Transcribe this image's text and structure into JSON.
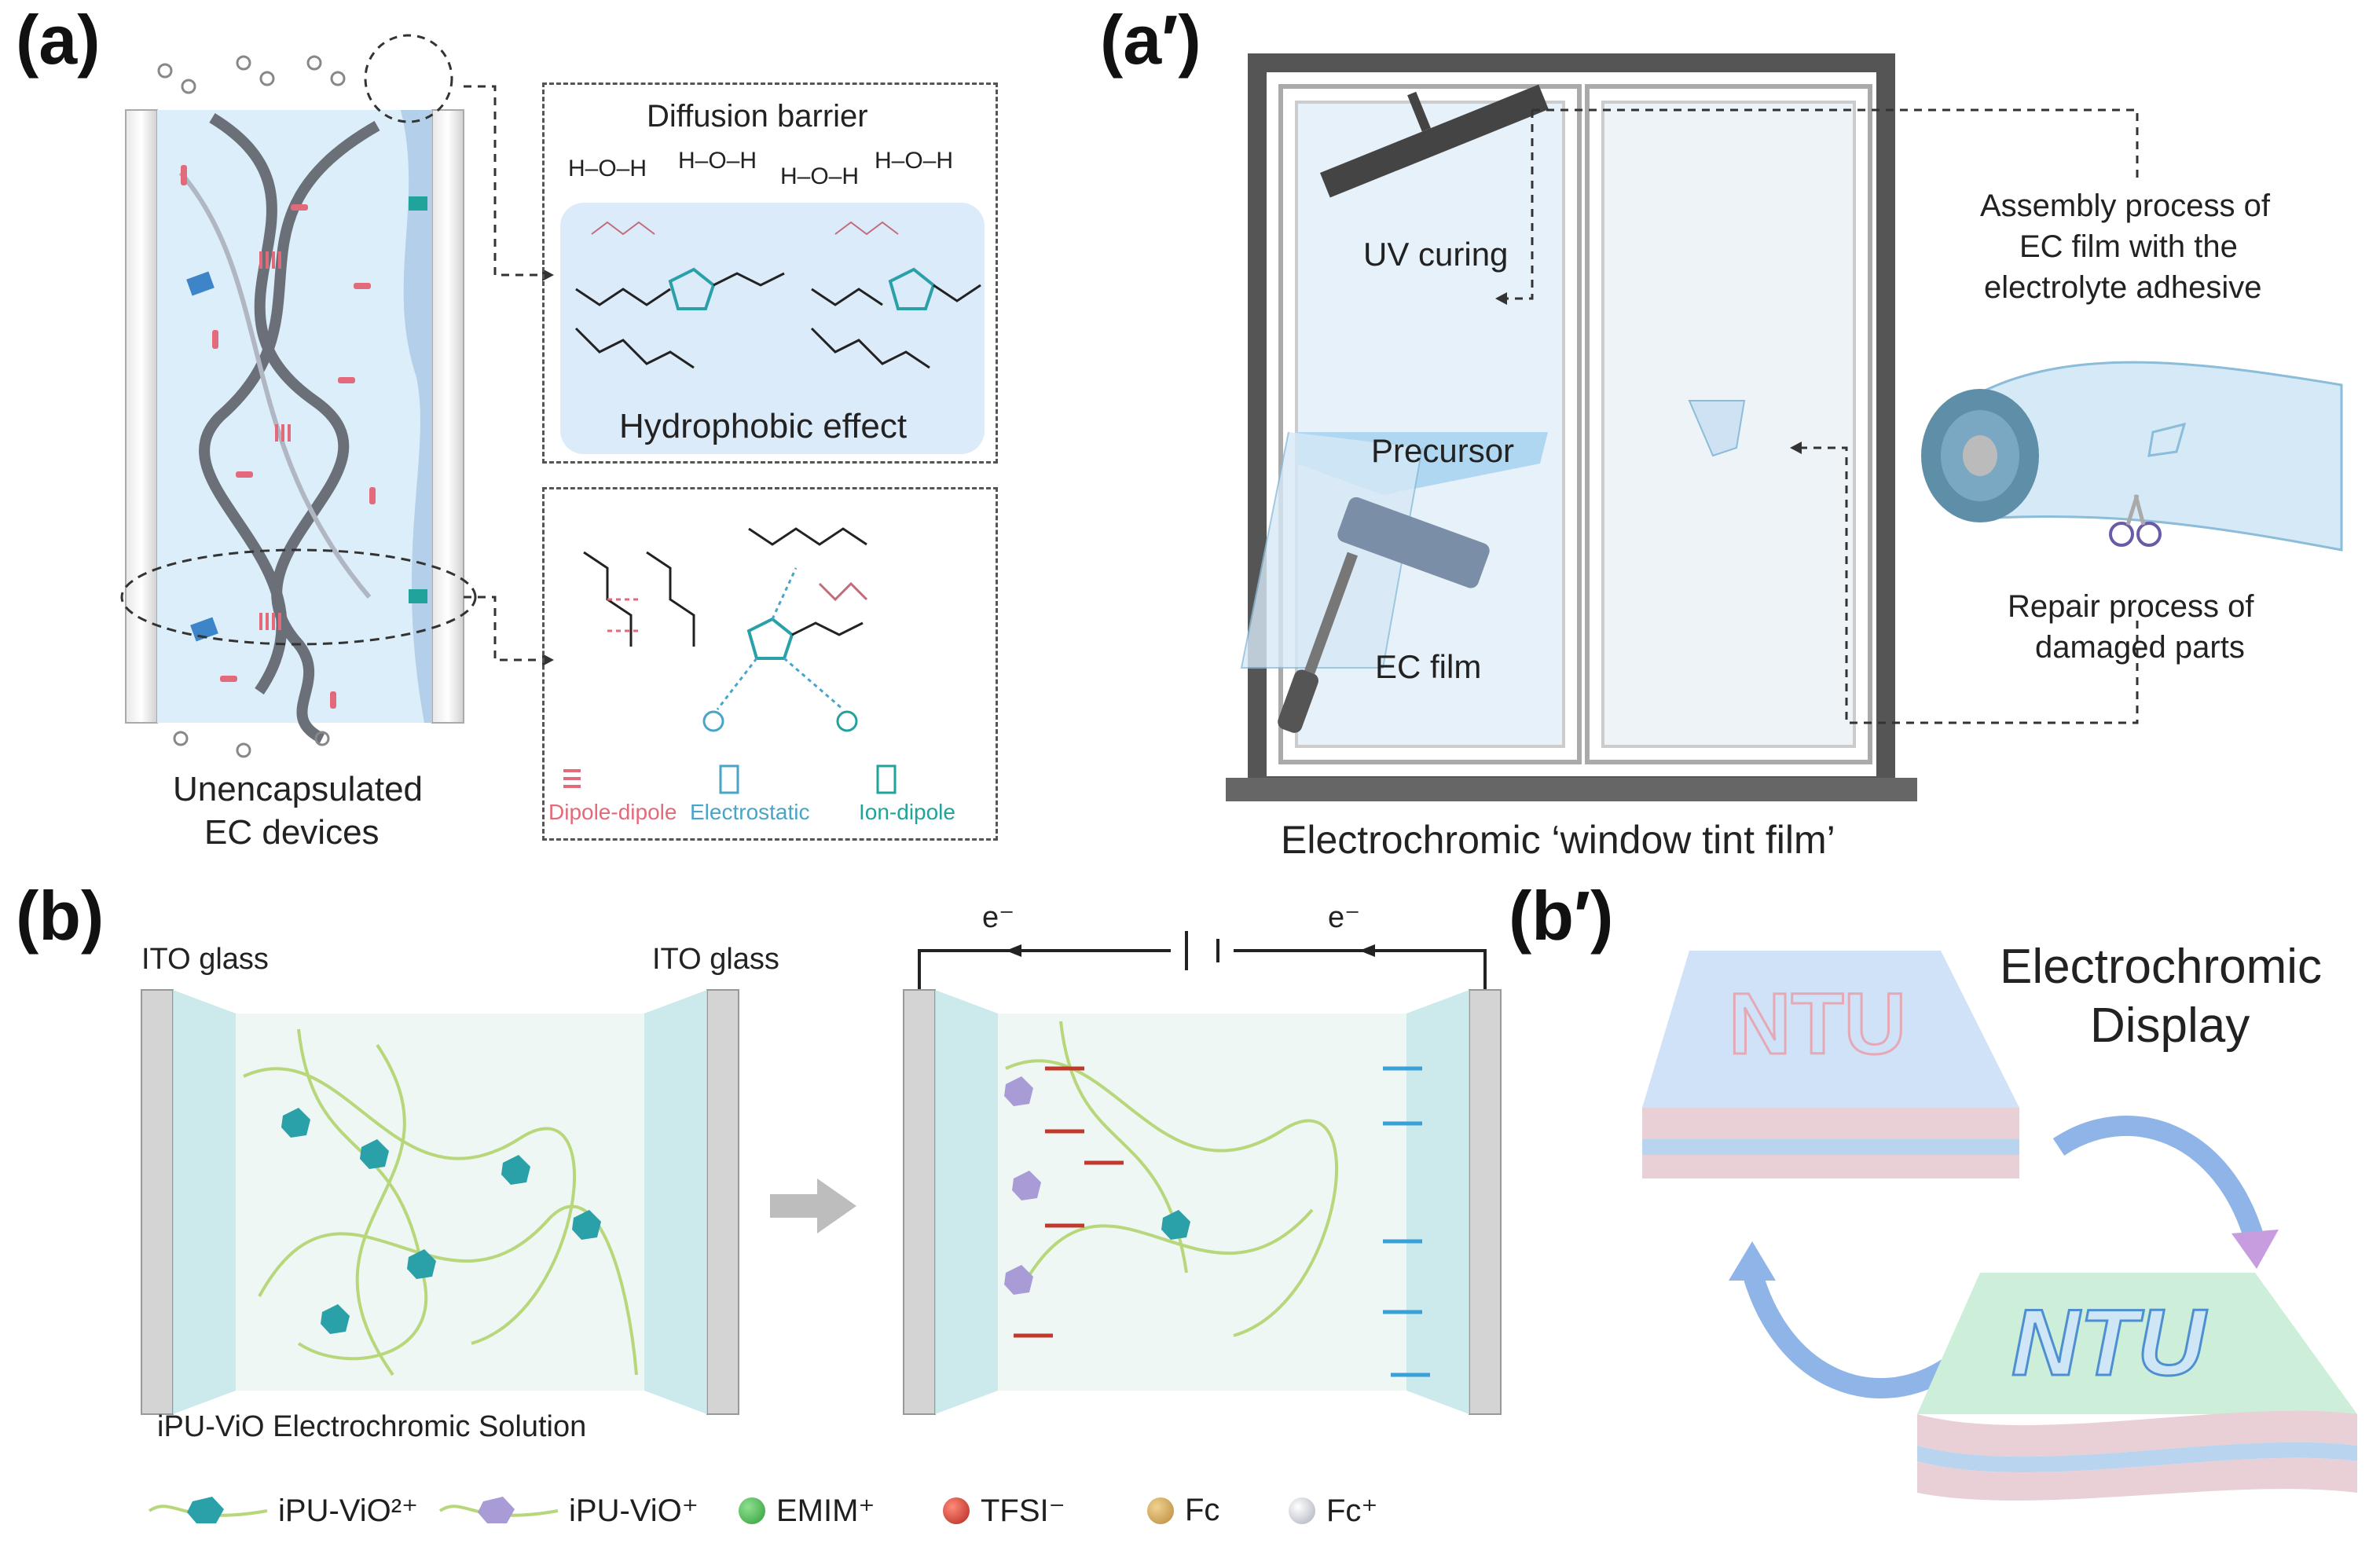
{
  "panels": {
    "a": {
      "letter": "(a)",
      "device_caption_line1": "Unencapsulated",
      "device_caption_line2": "EC devices",
      "box_top": {
        "title": "Diffusion barrier",
        "water": "H–O–H",
        "effect": "Hydrophobic effect"
      },
      "box_bottom": {
        "legend_dipole": "Dipole-dipole",
        "legend_electrostatic": "Electrostatic",
        "legend_iondipole": "Ion-dipole"
      }
    },
    "a_prime": {
      "letter": "(a′)",
      "uv_curing": "UV curing",
      "precursor": "Precursor",
      "ec_film": "EC film",
      "assembly_line1": "Assembly process of",
      "assembly_line2": "EC film with the",
      "assembly_line3": "electrolyte adhesive",
      "repair_line1": "Repair process of",
      "repair_line2": "damaged parts",
      "caption": "Electrochromic ‘window tint film’"
    },
    "b": {
      "letter": "(b)",
      "ito_left": "ITO glass",
      "ito_right": "ITO glass",
      "solution_label": "iPU-ViO Electrochromic Solution",
      "electron_left": "e⁻",
      "electron_right": "e⁻"
    },
    "b_prime": {
      "letter": "(b′)",
      "title_line1": "Electrochromic",
      "title_line2": "Display",
      "logo_text": "NTU"
    }
  },
  "legend": [
    {
      "label": "iPU-ViO²⁺",
      "icon": "teal-hexagon-icon",
      "color": "#2aa0a8"
    },
    {
      "label": "iPU-ViO⁺",
      "icon": "lilac-hexagon-icon",
      "color": "#a99bd6"
    },
    {
      "label": "EMIM⁺",
      "icon": "green-sphere-icon",
      "color": "#2f9e3a"
    },
    {
      "label": "TFSI⁻",
      "icon": "red-sphere-icon",
      "color": "#b3261e"
    },
    {
      "label": "Fc",
      "icon": "gold-sphere-icon",
      "color": "#b8893a"
    },
    {
      "label": "Fc⁺",
      "icon": "silver-sphere-icon",
      "color": "#c9ccd8"
    }
  ],
  "colors": {
    "glass": "#d8eef4",
    "fiber": "#b7d77a",
    "window_frame": "#555555"
  }
}
